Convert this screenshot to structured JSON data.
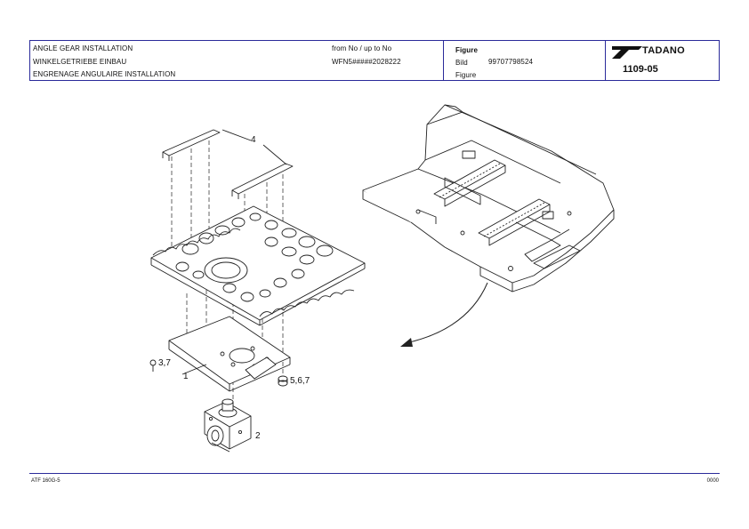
{
  "header": {
    "title_en": "ANGLE GEAR INSTALLATION",
    "title_de": "WINKELGETRIEBE EINBAU",
    "title_fr": "ENGRENAGE ANGULAIRE INSTALLATION",
    "range_label": "from No / up to No",
    "range_value": "WFN5#####2028222",
    "figure_label_1": "Figure",
    "figure_label_2": "Bild",
    "figure_label_3": "Figure",
    "figure_number": "99707798524",
    "brand": "TADANO",
    "page_code": "1109-05"
  },
  "callouts": {
    "c4": "4",
    "c37": "3,7",
    "c1": "1",
    "c567": "5,6,7",
    "c2": "2"
  },
  "footer": {
    "left": "ATF 160G-5",
    "right": "0000"
  }
}
